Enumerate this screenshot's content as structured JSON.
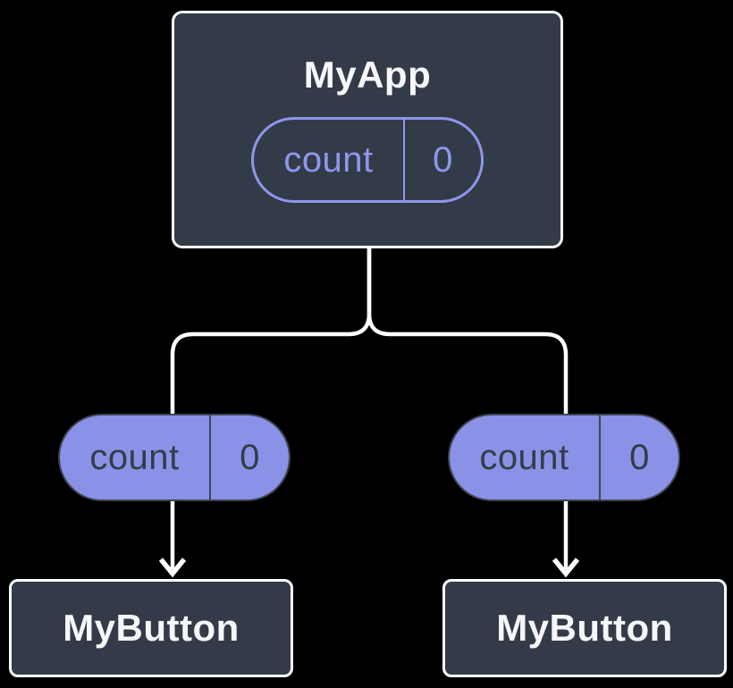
{
  "diagram": {
    "type": "component-tree",
    "root_node": {
      "title": "MyApp",
      "state_pill": {
        "label": "count",
        "value": "0"
      }
    },
    "prop_pills": [
      {
        "label": "count",
        "value": "0"
      },
      {
        "label": "count",
        "value": "0"
      }
    ],
    "child_nodes": [
      {
        "title": "MyButton"
      },
      {
        "title": "MyButton"
      }
    ],
    "colors": {
      "background": "#000000",
      "node_fill": "#343b48",
      "node_border": "#ffffff",
      "node_title_text": "#f6f7f9",
      "state_pill_outline": "#8f96ee",
      "state_pill_text": "#8f96ee",
      "prop_pill_fill": "#8a92e8",
      "prop_pill_border": "#3e4450",
      "prop_pill_text": "#353c49",
      "connector_line": "#ffffff"
    }
  }
}
